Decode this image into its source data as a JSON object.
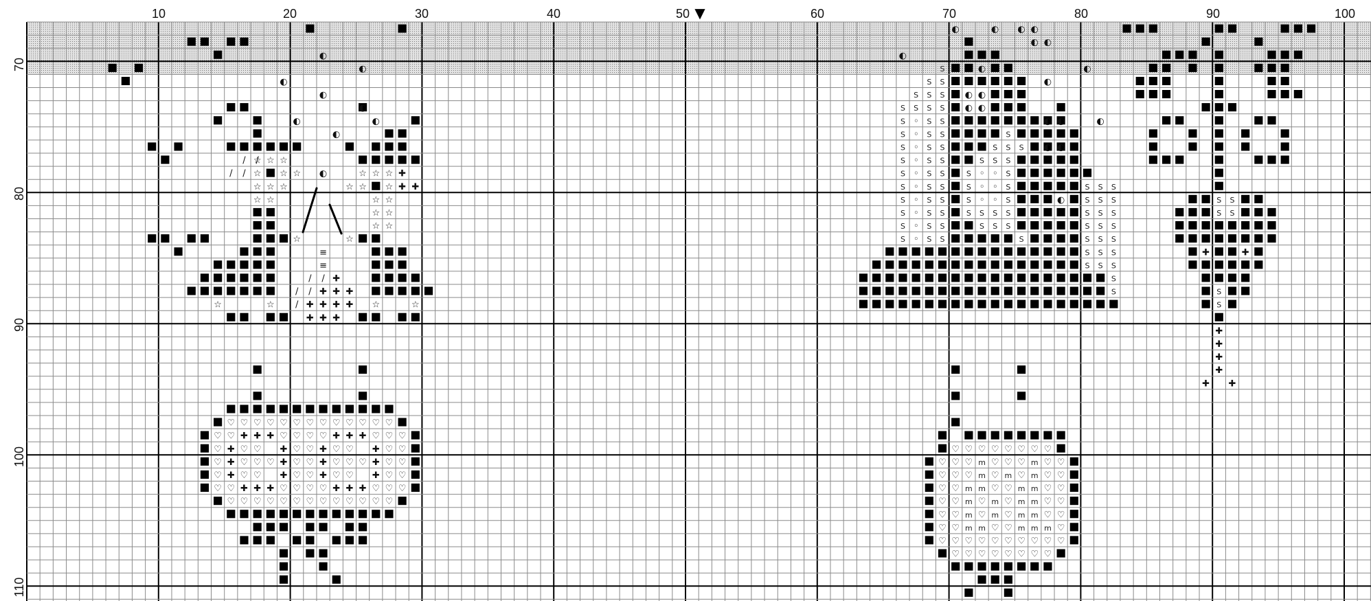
{
  "pattern": {
    "type": "cross-stitch-chart",
    "col_ticks": [
      "10",
      "20",
      "30",
      "40",
      "50",
      "60",
      "70",
      "80",
      "90",
      "100"
    ],
    "row_ticks": [
      "70",
      "80",
      "90",
      "100",
      "110"
    ],
    "center_marker": "▼",
    "symbols": {
      "filled_square": "■",
      "heart": "♡",
      "star": "☆",
      "plus": "✚",
      "slash": "/",
      "half_circle": "◐",
      "small_circle": "◦",
      "s_hook": "S",
      "triple_bar": "≡",
      "letter_m": "m"
    },
    "colors": {
      "grid": "#8a8a8a",
      "major_grid": "#000000",
      "ink": "#111111",
      "shade": "#d6d6d6"
    }
  }
}
